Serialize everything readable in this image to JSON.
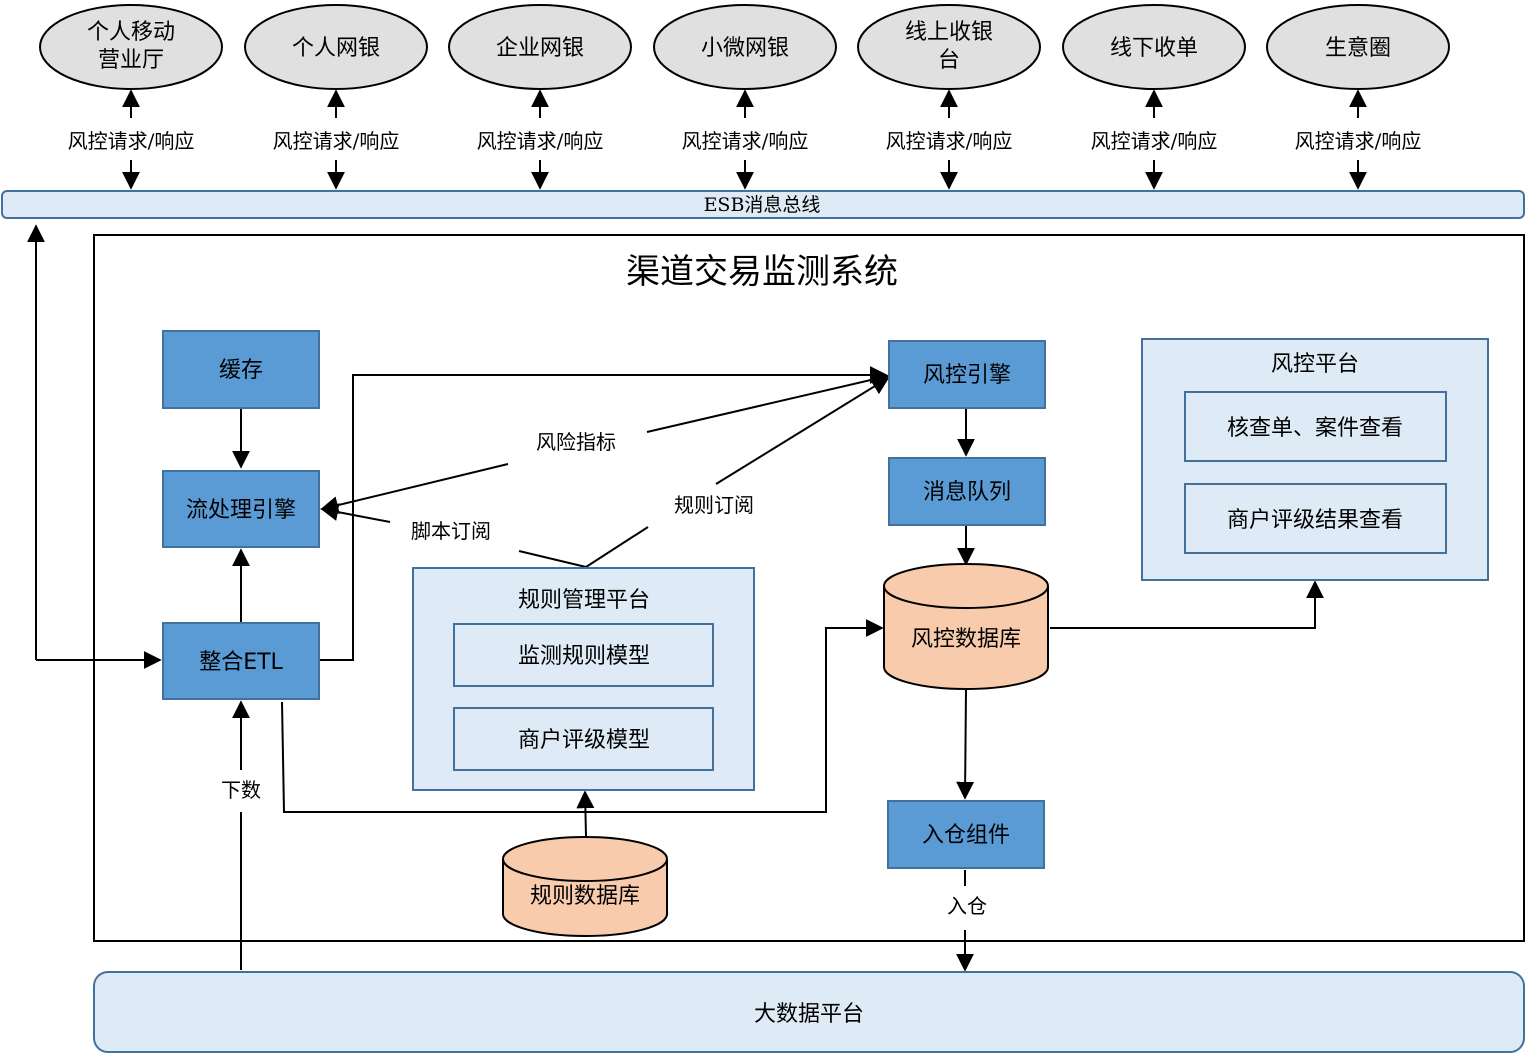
{
  "colors": {
    "channel_fill": "#e0e0e0",
    "bus_fill": "#deebf6",
    "module_fill": "#5b9bd5",
    "module_stroke": "#41719c",
    "panel_fill": "#deebf6",
    "panel_stroke": "#41719c",
    "db_fill": "#f8cbad",
    "line": "#000000"
  },
  "channels": [
    {
      "lines": [
        "个人移动",
        "营业厅"
      ],
      "label": "风控请求/响应"
    },
    {
      "lines": [
        "个人网银"
      ],
      "label": "风控请求/响应"
    },
    {
      "lines": [
        "企业网银"
      ],
      "label": "风控请求/响应"
    },
    {
      "lines": [
        "小微网银"
      ],
      "label": "风控请求/响应"
    },
    {
      "lines": [
        "线上收银",
        "台"
      ],
      "label": "风控请求/响应"
    },
    {
      "lines": [
        "线下收单"
      ],
      "label": "风控请求/响应"
    },
    {
      "lines": [
        "生意圈"
      ],
      "label": "风控请求/响应"
    }
  ],
  "esb": {
    "label": "ESB消息总线"
  },
  "system": {
    "title": "渠道交易监测系统"
  },
  "modules": {
    "cache": "缓存",
    "stream_engine": "流处理引擎",
    "etl": "整合ETL",
    "risk_engine": "风控引擎",
    "message_queue": "消息队列",
    "warehouse_component": "入仓组件"
  },
  "rule_platform": {
    "title": "规则管理平台",
    "items": [
      "监测规则模型",
      "商户评级模型"
    ]
  },
  "risk_platform": {
    "title": "风控平台",
    "items": [
      "核查单、案件查看",
      "商户评级结果查看"
    ]
  },
  "databases": {
    "risk_db": "风控数据库",
    "rule_db": "规则数据库"
  },
  "edge_labels": {
    "risk_indicator": "风险指标",
    "rule_subscribe": "规则订阅",
    "script_subscribe": "脚本订阅",
    "download": "下数",
    "warehouse_in": "入仓"
  },
  "big_data": {
    "label": "大数据平台"
  }
}
